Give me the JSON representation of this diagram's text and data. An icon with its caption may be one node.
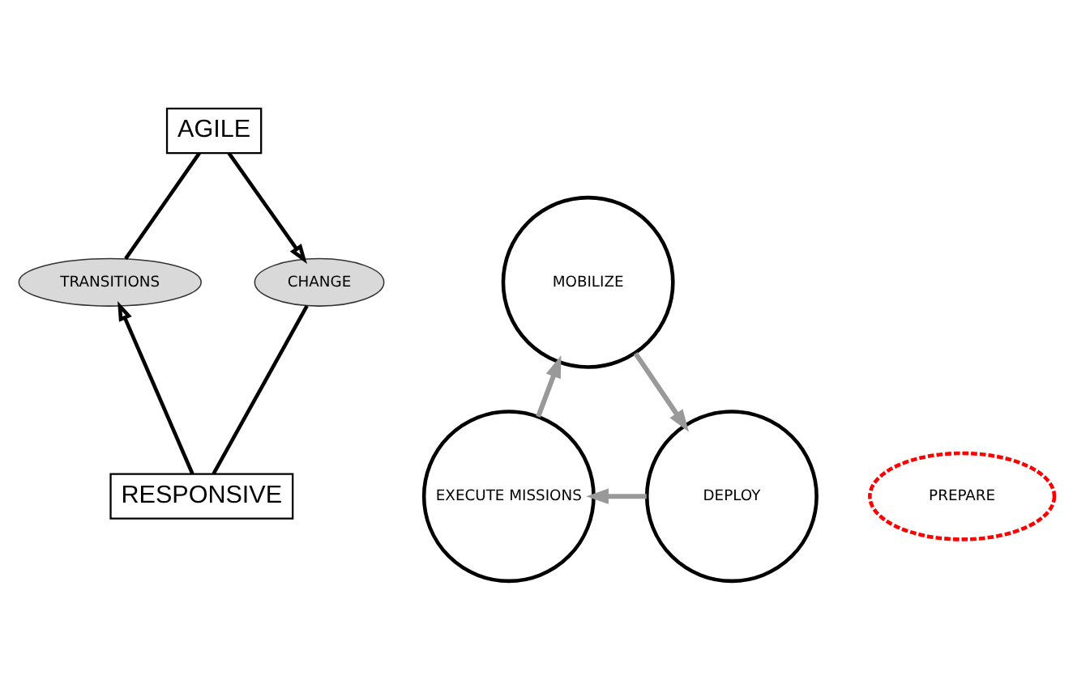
{
  "diagram": {
    "nodes": [
      {
        "text": [
          "AGILE"
        ]
      },
      {
        "text": [
          "MOBILIZE"
        ]
      },
      {
        "text": [
          "TRANSITIONS"
        ]
      },
      {
        "text": [
          "CHANGE"
        ]
      },
      {
        "text": [
          "PREPARE"
        ]
      },
      {
        "text": [
          "EXECUTE MISSIONS"
        ]
      },
      {
        "text": [
          "DEPLOY"
        ]
      },
      {
        "text": [
          "RESPONSIVE"
        ]
      }
    ],
    "edges": [
      {
        "from": 2,
        "to": 0,
        "arrow": "none"
      },
      {
        "from": 0,
        "to": 3,
        "arrow": "to"
      },
      {
        "from": 3,
        "to": 7,
        "arrow": "none"
      },
      {
        "from": 7,
        "to": 2,
        "arrow": "to"
      },
      {
        "from": 1,
        "to": 6,
        "arrow": "to",
        "color": "#999999"
      },
      {
        "from": 6,
        "to": 5,
        "arrow": "to",
        "color": "#999999"
      },
      {
        "from": 5,
        "to": 1,
        "arrow": "to",
        "color": "#999999"
      }
    ]
  }
}
